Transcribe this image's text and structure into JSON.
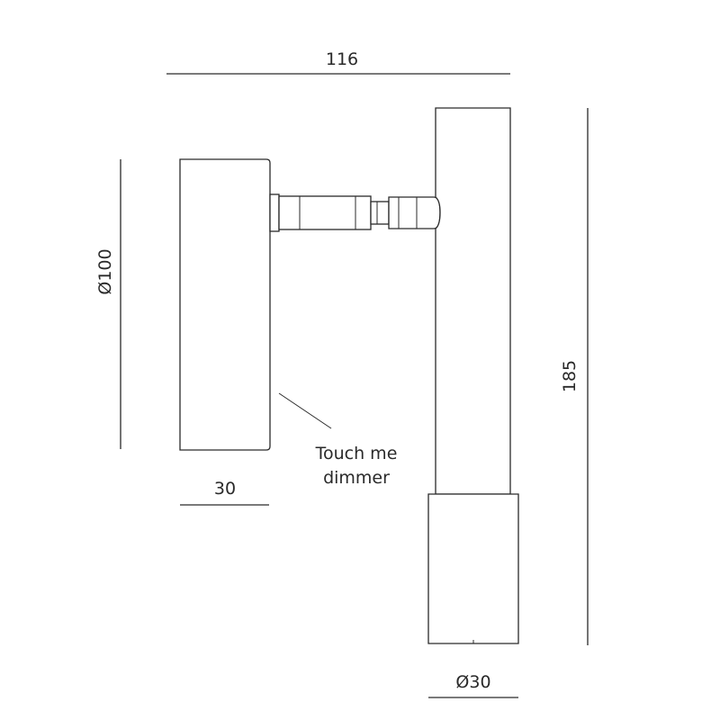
{
  "dimensions": {
    "total_width": "116",
    "head_diameter": "Ø100",
    "head_depth": "30",
    "total_height": "185",
    "base_diameter": "Ø30"
  },
  "annotation": {
    "line1": "Touch me",
    "line2": "dimmer"
  },
  "colors": {
    "line": "#2a2a2a",
    "background": "#ffffff"
  }
}
